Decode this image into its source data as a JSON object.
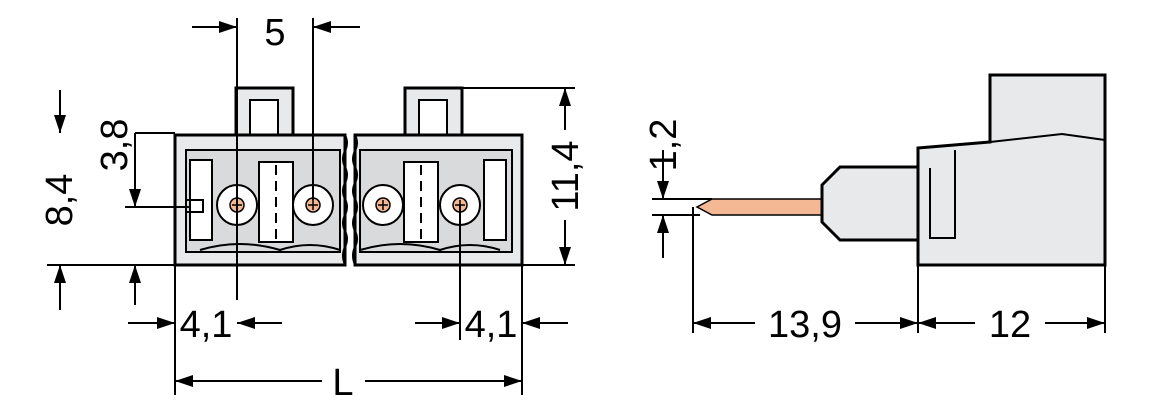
{
  "drawing": {
    "dimensions": {
      "pitch": "5",
      "height_8_4": "8,4",
      "height_3_8": "3,8",
      "height_11_4": "11,4",
      "offset_left": "4,1",
      "offset_right": "4,1",
      "length": "L",
      "pin_thickness": "1,2",
      "pin_length": "13,9",
      "body_depth": "12"
    },
    "colors": {
      "body_fill": "#e8e9ea",
      "pin_color": "#f4b894",
      "line_color": "#000000"
    }
  }
}
